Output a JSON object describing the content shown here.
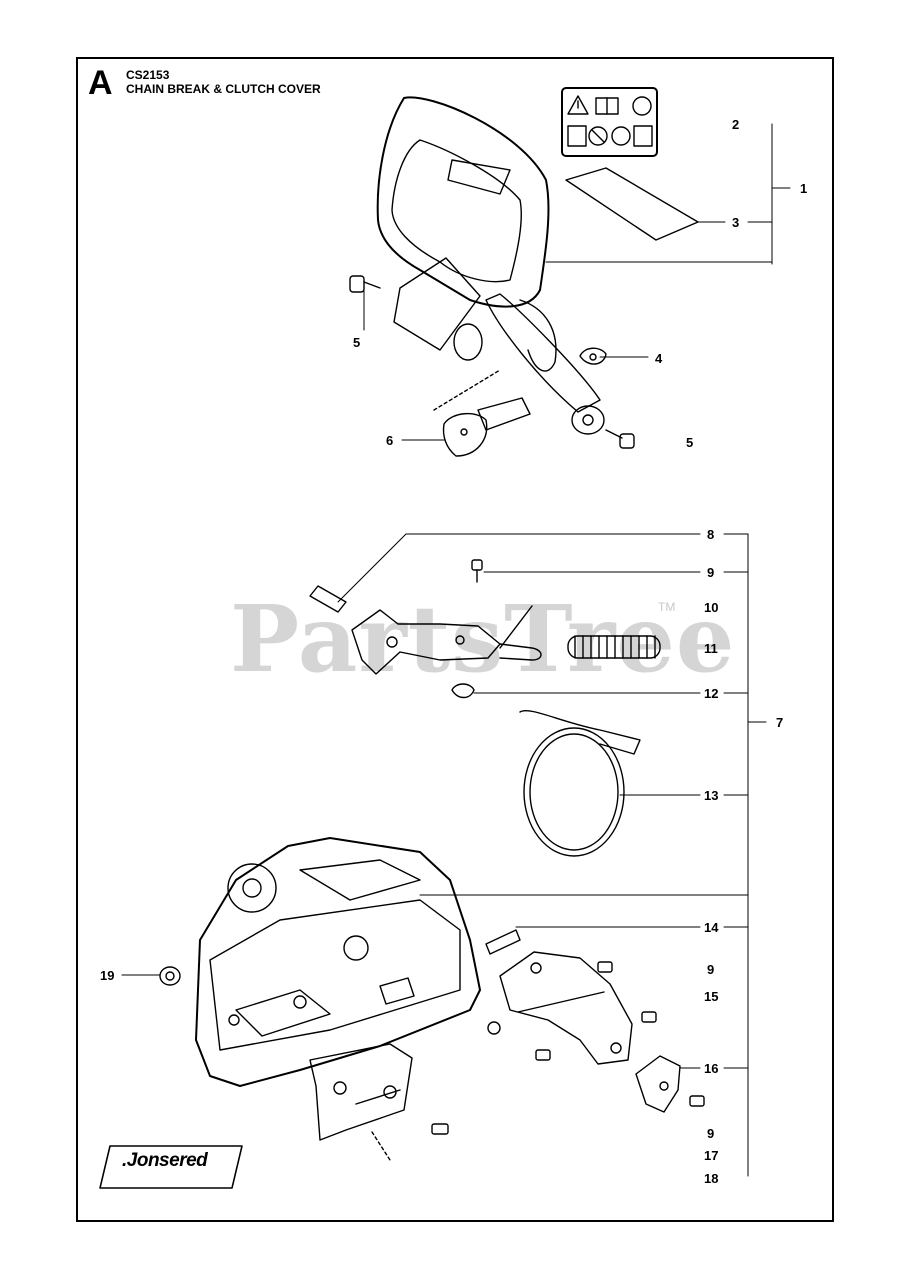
{
  "header": {
    "section_letter": "A",
    "model": "CS2153",
    "title": "CHAIN BREAK & CLUTCH COVER"
  },
  "watermark": {
    "text": "PartsTree",
    "trademark": "TM"
  },
  "brand": {
    "logo_text": ".Jonsered"
  },
  "callouts": [
    {
      "id": "c1",
      "label": "1"
    },
    {
      "id": "c2",
      "label": "2"
    },
    {
      "id": "c3",
      "label": "3"
    },
    {
      "id": "c4",
      "label": "4"
    },
    {
      "id": "c5a",
      "label": "5"
    },
    {
      "id": "c5b",
      "label": "5"
    },
    {
      "id": "c6",
      "label": "6"
    },
    {
      "id": "c7",
      "label": "7"
    },
    {
      "id": "c8",
      "label": "8"
    },
    {
      "id": "c9a",
      "label": "9"
    },
    {
      "id": "c10",
      "label": "10"
    },
    {
      "id": "c11",
      "label": "11"
    },
    {
      "id": "c12",
      "label": "12"
    },
    {
      "id": "c13",
      "label": "13"
    },
    {
      "id": "c14",
      "label": "14"
    },
    {
      "id": "c9b",
      "label": "9"
    },
    {
      "id": "c15",
      "label": "15"
    },
    {
      "id": "c16",
      "label": "16"
    },
    {
      "id": "c9c",
      "label": "9"
    },
    {
      "id": "c17",
      "label": "17"
    },
    {
      "id": "c18",
      "label": "18"
    },
    {
      "id": "c19",
      "label": "19"
    }
  ]
}
